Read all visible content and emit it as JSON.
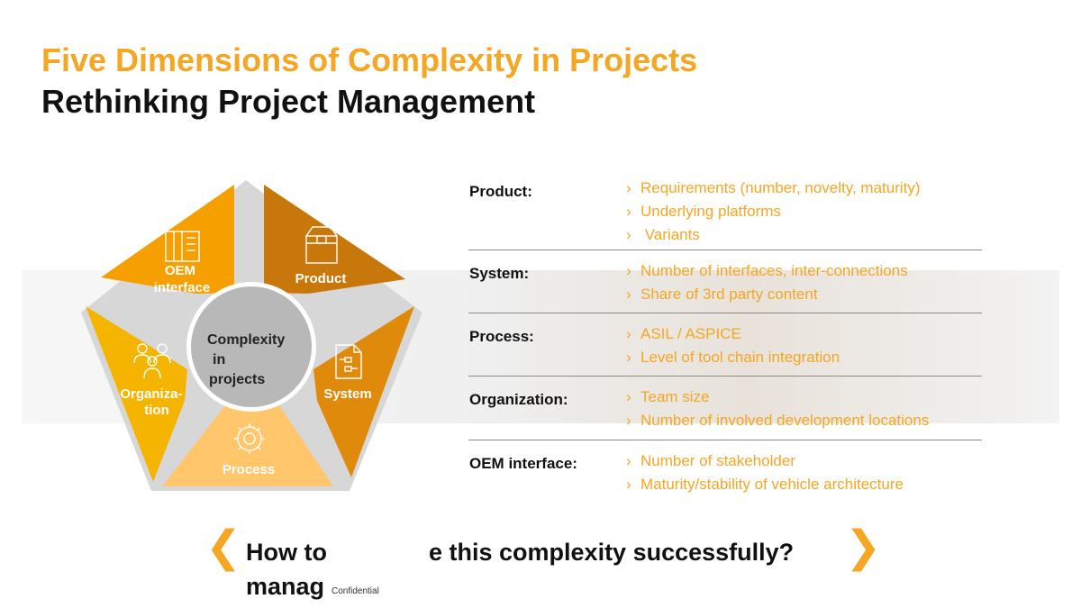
{
  "header": {
    "title": "Five Dimensions of Complexity in Projects",
    "subtitle": "Rethinking Project Management"
  },
  "diagram": {
    "center_lines": [
      "Complexity",
      "in",
      "projects"
    ],
    "segments": [
      {
        "id": "product",
        "label_lines": [
          "Product"
        ],
        "icon": "box-icon",
        "color": "#c8780a"
      },
      {
        "id": "system",
        "label_lines": [
          "System"
        ],
        "icon": "circuit-document-icon",
        "color": "#e08a0c"
      },
      {
        "id": "process",
        "label_lines": [
          "Process"
        ],
        "icon": "gear-icon",
        "color": "#ffc66b"
      },
      {
        "id": "organization",
        "label_lines": [
          "Organiza-",
          "tion"
        ],
        "icon": "people-icon",
        "color": "#f5b400"
      },
      {
        "id": "oem-interface",
        "label_lines": [
          "OEM",
          "interface"
        ],
        "icon": "document-panel-icon",
        "color": "#f5a000"
      }
    ]
  },
  "dimensions": [
    {
      "label": "Product:",
      "items": [
        "Requirements (number, novelty, maturity)",
        "Underlying platforms",
        " Variants"
      ]
    },
    {
      "label": "System:",
      "items": [
        "Number of interfaces, inter-connections",
        "Share of 3rd party content"
      ]
    },
    {
      "label": "Process:",
      "items": [
        "ASIL / ASPICE",
        "Level of tool chain integration"
      ]
    },
    {
      "label": "Organization:",
      "items": [
        "Team size",
        "Number of involved development locations"
      ]
    },
    {
      "label": "OEM interface:",
      "items": [
        "Number of stakeholder",
        "Maturity/stability of vehicle architecture"
      ]
    }
  ],
  "question": {
    "open_glyph": "❮",
    "close_glyph": "❯",
    "line1": "How to",
    "line2": "manag",
    "line3": "e this complexity successfully?"
  },
  "footer": {
    "confidential": "Confidential"
  },
  "colors": {
    "accent": "#f5a623",
    "text": "#111111"
  }
}
